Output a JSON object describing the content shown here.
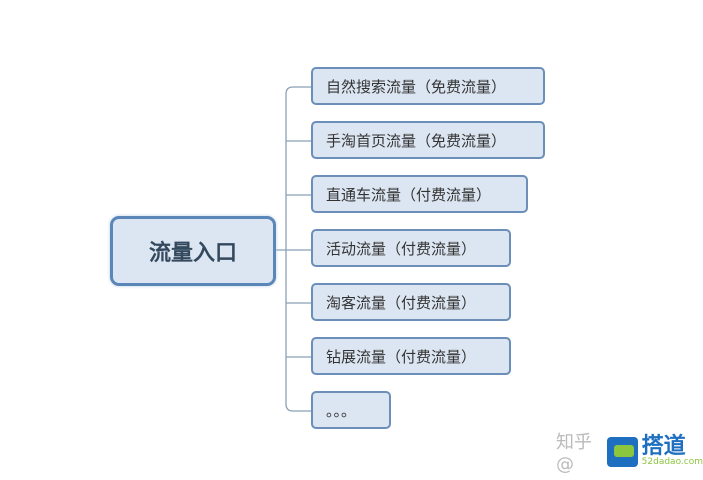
{
  "root": {
    "label": "流量入口"
  },
  "children": [
    {
      "label": "自然搜索流量（免费流量）"
    },
    {
      "label": "手淘首页流量（免费流量）"
    },
    {
      "label": "直通车流量（付费流量）"
    },
    {
      "label": "活动流量（付费流量）"
    },
    {
      "label": "淘客流量（付费流量）"
    },
    {
      "label": "钻展流量（付费流量）"
    },
    {
      "label": "。。。"
    }
  ],
  "watermark": {
    "text": "知乎 @",
    "brand": "搭道",
    "url": "52dadao.com"
  },
  "colors": {
    "node_fill": "#dce6f2",
    "node_border": "#6b8fb8",
    "root_border": "#5b86b8",
    "line": "#8aa0b8"
  }
}
